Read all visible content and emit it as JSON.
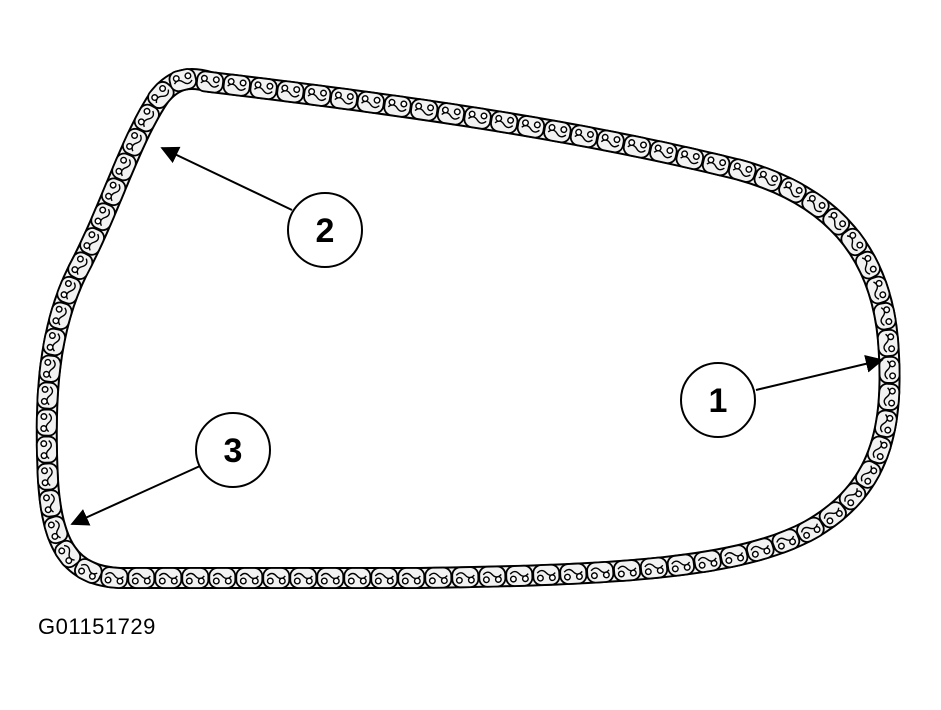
{
  "figure_id": "G01151729",
  "colors": {
    "ink": "#000000",
    "paper": "#ffffff",
    "chain_link_fill": "#f2f2f2"
  },
  "callouts": [
    {
      "id": "1",
      "label": "1"
    },
    {
      "id": "2",
      "label": "2"
    },
    {
      "id": "3",
      "label": "3"
    }
  ]
}
